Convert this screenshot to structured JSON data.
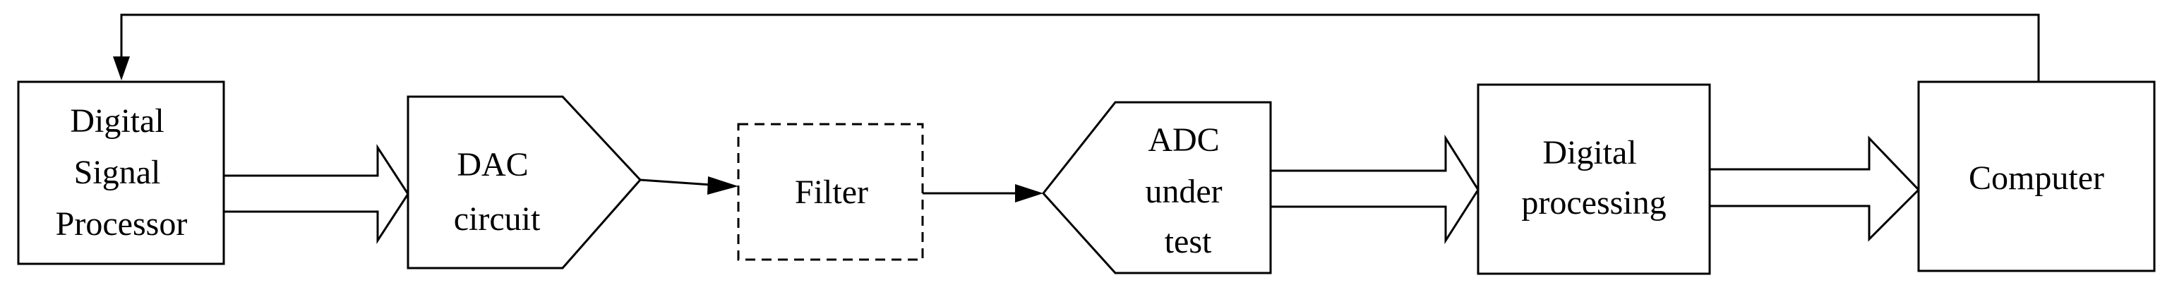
{
  "blocks": {
    "dsp": {
      "lines": [
        "Digital",
        "Signal",
        "Processor"
      ]
    },
    "dac": {
      "lines": [
        "DAC",
        "circuit"
      ]
    },
    "filter": {
      "lines": [
        "Filter"
      ]
    },
    "adc": {
      "lines": [
        "ADC",
        "under",
        "test"
      ]
    },
    "digital_processing": {
      "lines": [
        "Digital",
        "processing"
      ]
    },
    "computer": {
      "lines": [
        "Computer"
      ]
    }
  }
}
